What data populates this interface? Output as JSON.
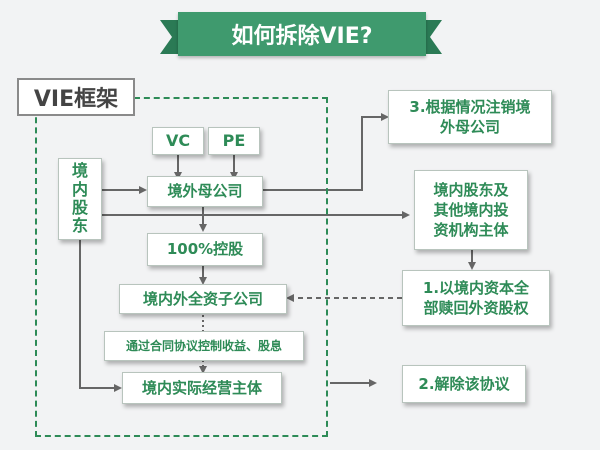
{
  "title": "如何拆除VIE?",
  "frame_label": "VIE框架",
  "nodes": {
    "vc": "VC",
    "pe": "PE",
    "domestic_shareholders": "境\n内\n股\n东",
    "offshore_parent": "境外母公司",
    "holding_100": "100%控股",
    "wfoe": "境内外全资子公司",
    "contract_control": "通过合同协议控制收益、股息",
    "domestic_entity": "境内实际经营主体",
    "step3": "3.根据情况注销境\n外母公司",
    "domestic_investors": "境内股东及\n其他境内投\n资机构主体",
    "step1": "1.以境内资本全\n部赎回外资股权",
    "step2": "2.解除该协议"
  },
  "colors": {
    "accent": "#2e8b57",
    "ribbon": "#3f9a6e",
    "ribbon_dark": "#2b7a55",
    "arrow": "#666666",
    "background": "#f2f3f4"
  }
}
